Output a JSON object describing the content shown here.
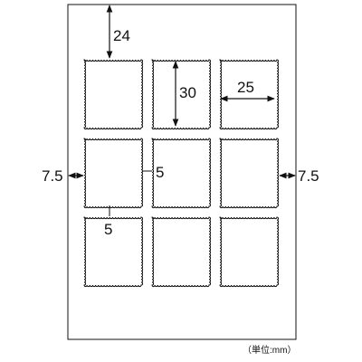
{
  "dimensions": {
    "top_margin": "24",
    "stamp_height": "30",
    "stamp_width": "25",
    "side_margin_left": "7.5",
    "side_margin_right": "7.5",
    "horizontal_gap": "5",
    "vertical_gap": "5"
  },
  "unit_label": "（単位:mm）",
  "colors": {
    "line": "#111111",
    "sheet_fill": "#ffffff"
  }
}
